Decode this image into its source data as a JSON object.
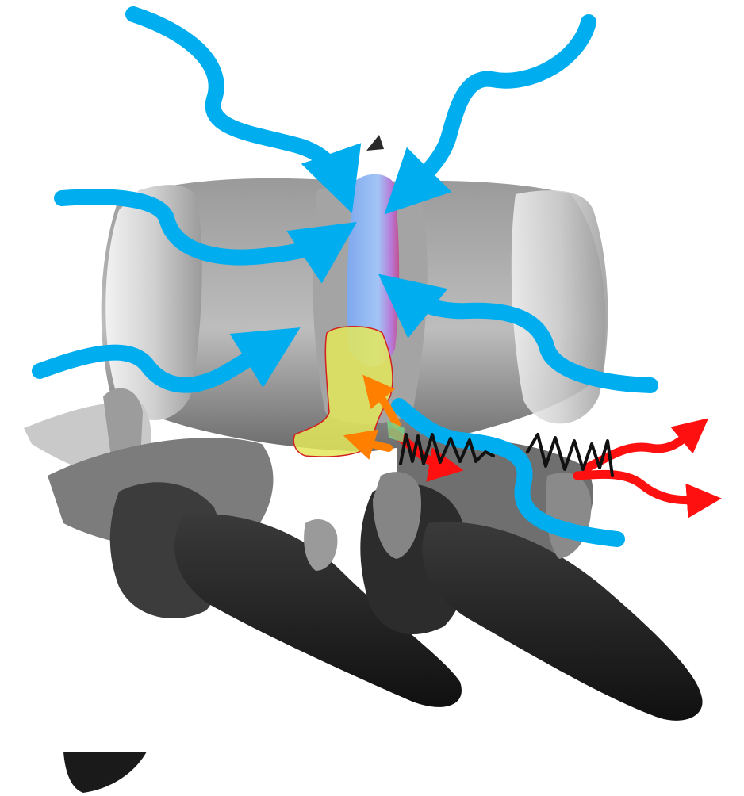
{
  "figure": {
    "subject": "spine-vertebrae-illustration",
    "colors": {
      "background": "#ffffff",
      "bone_light": "#d6d6d6",
      "bone_mid": "#8e8e8e",
      "bone_dark": "#1b1b1b",
      "ligament_blue": "#8fb4f0",
      "ligament_magenta": "#c24f8f",
      "highlight_yellow": "#e3e85a",
      "highlight_outline": "#d42020",
      "arrow_blue": "#00aeef",
      "arrow_red": "#ff1010",
      "arrow_orange": "#ff7f00",
      "zigzag_black": "#111111"
    },
    "arrow_groups": [
      {
        "name": "blue-inward-arrows",
        "count": 6
      },
      {
        "name": "red-outward-arrows",
        "count": 3
      },
      {
        "name": "orange-arrows",
        "count": 2
      }
    ]
  }
}
